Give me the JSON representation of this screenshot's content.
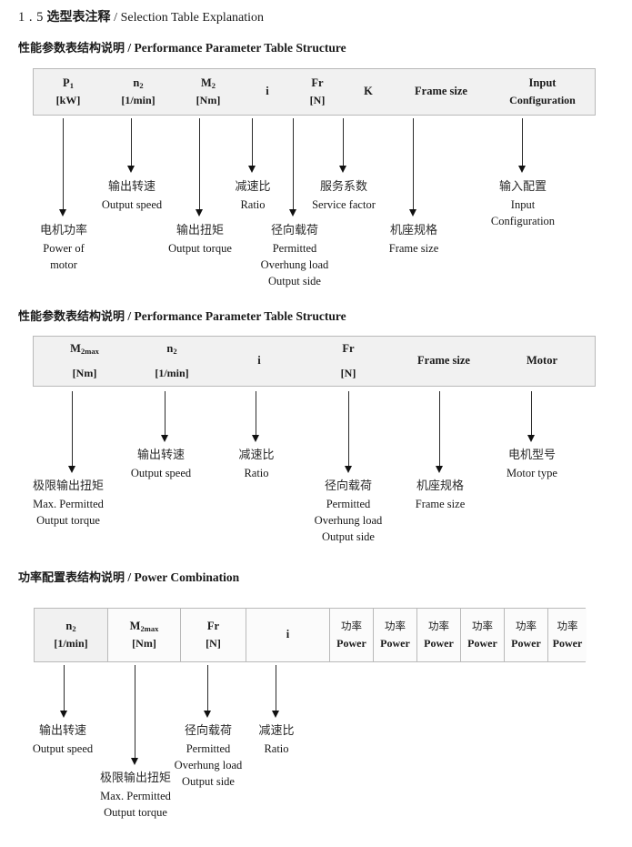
{
  "document": {
    "section_number": "1 . 5",
    "section_title_cn": "选型表注释",
    "section_title_sep": "/",
    "section_title_en": "Selection Table Explanation"
  },
  "sections": [
    {
      "heading_cn": "性能参数表结构说明",
      "heading_sep": "/",
      "heading_en": "Performance Parameter Table Structure",
      "columns": [
        {
          "symbol": "P",
          "sub": "1",
          "unit": "[kW]"
        },
        {
          "symbol": "n",
          "sub": "2",
          "unit": "[1/min]"
        },
        {
          "symbol": "M",
          "sub": "2",
          "unit": "[Nm]"
        },
        {
          "symbol": "i",
          "sub": "",
          "unit": ""
        },
        {
          "symbol": "Fr",
          "sub": "",
          "unit": "[N]"
        },
        {
          "symbol": "K",
          "sub": "",
          "unit": ""
        },
        {
          "symbol": "Frame size",
          "sub": "",
          "unit": ""
        },
        {
          "symbol": "Input",
          "sub": "",
          "unit": "Configuration"
        }
      ],
      "annotations": [
        {
          "cn": "电机功率",
          "en": [
            "Power of",
            "motor"
          ]
        },
        {
          "cn": "输出转速",
          "en": [
            "Output speed"
          ]
        },
        {
          "cn": "输出扭矩",
          "en": [
            "Output torque"
          ]
        },
        {
          "cn": "减速比",
          "en": [
            "Ratio"
          ]
        },
        {
          "cn": "径向载荷",
          "en": [
            "Permitted",
            "Overhung load",
            "Output side"
          ]
        },
        {
          "cn": "服务系数",
          "en": [
            "Service factor"
          ]
        },
        {
          "cn": "机座规格",
          "en": [
            "Frame size"
          ]
        },
        {
          "cn": "输入配置",
          "en": [
            "Input",
            "Configuration"
          ]
        }
      ]
    },
    {
      "heading_cn": "性能参数表结构说明",
      "heading_sep": "/",
      "heading_en": "Performance Parameter Table Structure",
      "columns": [
        {
          "symbol": "M",
          "sub": "2max",
          "unit": "[Nm]"
        },
        {
          "symbol": "n",
          "sub": "2",
          "unit": "[1/min]"
        },
        {
          "symbol": "i",
          "sub": "",
          "unit": ""
        },
        {
          "symbol": "Fr",
          "sub": "",
          "unit": "[N]"
        },
        {
          "symbol": "Frame size",
          "sub": "",
          "unit": ""
        },
        {
          "symbol": "Motor",
          "sub": "",
          "unit": ""
        }
      ],
      "annotations": [
        {
          "cn": "极限输出扭矩",
          "en": [
            "Max. Permitted",
            "Output  torque"
          ]
        },
        {
          "cn": "输出转速",
          "en": [
            "Output speed"
          ]
        },
        {
          "cn": "减速比",
          "en": [
            "Ratio"
          ]
        },
        {
          "cn": "径向载荷",
          "en": [
            "Permitted",
            "Overhung load",
            "Output side"
          ]
        },
        {
          "cn": "机座规格",
          "en": [
            "Frame size"
          ]
        },
        {
          "cn": "电机型号",
          "en": [
            "Motor type"
          ]
        }
      ]
    },
    {
      "heading_cn": "功率配置表结构说明",
      "heading_sep": "/",
      "heading_en": "Power Combination",
      "columns": [
        {
          "symbol": "n",
          "sub": "2",
          "unit": "[1/min]"
        },
        {
          "symbol": "M",
          "sub": "2max",
          "unit": "[Nm]"
        },
        {
          "symbol": "Fr",
          "sub": "",
          "unit": "[N]"
        },
        {
          "symbol": "i",
          "sub": "",
          "unit": ""
        },
        {
          "symbol": "功率",
          "sub": "",
          "unit": "Power"
        },
        {
          "symbol": "功率",
          "sub": "",
          "unit": "Power"
        },
        {
          "symbol": "功率",
          "sub": "",
          "unit": "Power"
        },
        {
          "symbol": "功率",
          "sub": "",
          "unit": "Power"
        },
        {
          "symbol": "功率",
          "sub": "",
          "unit": "Power"
        },
        {
          "symbol": "功率",
          "sub": "",
          "unit": "Power"
        }
      ],
      "annotations": [
        {
          "cn": "输出转速",
          "en": [
            "Output speed"
          ]
        },
        {
          "cn": "极限输出扭矩",
          "en": [
            "Max. Permitted",
            "Output  torque"
          ]
        },
        {
          "cn": "径向载荷",
          "en": [
            "Permitted",
            "Overhung load",
            "Output side"
          ]
        },
        {
          "cn": "减速比",
          "en": [
            "Ratio"
          ]
        }
      ]
    }
  ]
}
